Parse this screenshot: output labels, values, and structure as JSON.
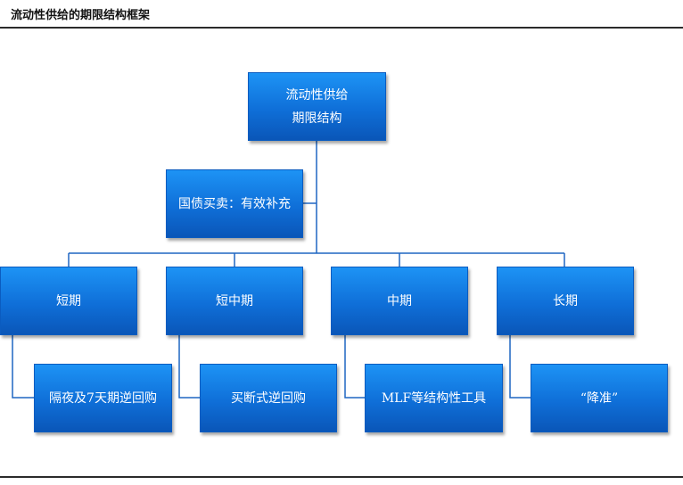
{
  "title": "流动性供给的期限结构框架",
  "footer": "",
  "diagram": {
    "root": {
      "line1": "流动性供给",
      "line2": "期限结构"
    },
    "side": "国债买卖：有效补充",
    "terms": [
      {
        "label": "短期",
        "tool": "隔夜及7天期逆回购"
      },
      {
        "label": "短中期",
        "tool": "买断式逆回购"
      },
      {
        "label": "中期",
        "tool": "MLF等结构性工具"
      },
      {
        "label": "长期",
        "tool": "“降准”"
      }
    ]
  },
  "colors": {
    "box_top": "#1d93f5",
    "box_bottom": "#0a56b8",
    "connector": "#1f66c2"
  }
}
